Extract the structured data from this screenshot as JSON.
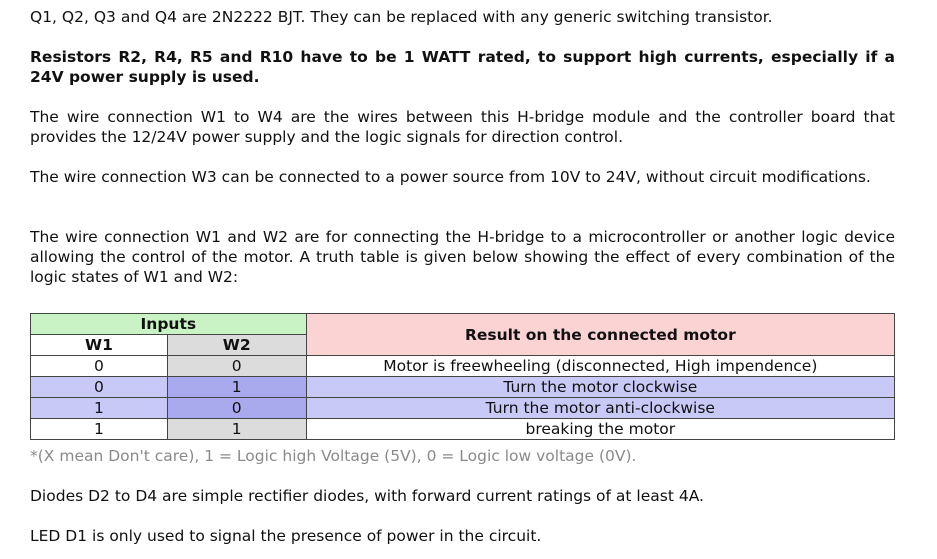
{
  "paragraphs": {
    "p1": "Q1, Q2, Q3 and Q4 are 2N2222 BJT. They can be replaced with any generic switching transistor.",
    "p2": "Resistors R2, R4, R5 and R10 have to be 1 WATT rated, to support high currents, especially if a 24V power supply is used.",
    "p3": "The wire connection W1 to W4 are the wires between this H-bridge module and the controller board that provides the 12/24V power supply and the logic signals for direction control.",
    "p4": "The wire connection W3 can be connected to a power source from 10V to 24V, without circuit modifications.",
    "p5": "The wire connection W1 and W2 are for connecting the H-bridge to a microcontroller or another logic device allowing the control of the motor. A truth table is given below showing the effect of every combination of the logic states of W1 and W2:",
    "note": "*(X mean Don't care), 1 = Logic high Voltage (5V), 0 = Logic low voltage (0V).",
    "p6": "Diodes D2 to D4 are simple rectifier diodes, with forward current ratings of at least 4A.",
    "p7": "LED D1 is only used to signal the presence of power in the circuit."
  },
  "truth_table": {
    "group_header": "Inputs",
    "result_header": "Result on the connected motor",
    "col_w1": "W1",
    "col_w2": "W2",
    "rows": [
      {
        "w1": "0",
        "w2": "0",
        "result": "Motor is freewheeling (disconnected, High impendence)"
      },
      {
        "w1": "0",
        "w2": "1",
        "result": "Turn the motor clockwise"
      },
      {
        "w1": "1",
        "w2": "0",
        "result": "Turn the motor anti-clockwise"
      },
      {
        "w1": "1",
        "w2": "1",
        "result": "breaking the motor"
      }
    ]
  },
  "colors": {
    "inputs_header": "#c9f3c4",
    "result_header": "#fcd3d3",
    "w2_column": "#dcdcdc",
    "highlight_row": "#c9c9f7",
    "highlight_w2": "#a9a9ee",
    "note_text": "#8a8a8a"
  }
}
